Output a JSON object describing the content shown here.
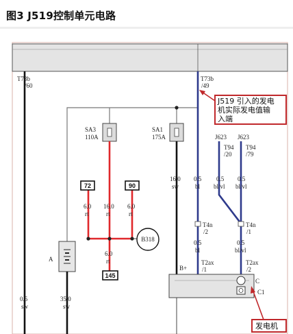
{
  "title": "图3 J519控制单元电路",
  "labels": {
    "t73b_60": [
      "T73b",
      "/60"
    ],
    "t73b_49": [
      "T73b",
      "/49"
    ],
    "sa3": [
      "SA3",
      "110A"
    ],
    "sa1": [
      "SA1",
      "175A"
    ],
    "wire_sa1": [
      "16.0",
      "sw"
    ],
    "wire_bl1": [
      "0.5",
      "bl"
    ],
    "j623_left": "J623",
    "j623_right": "J623",
    "t94_20": [
      "T94",
      "/20"
    ],
    "t94_79": [
      "T94",
      "/79"
    ],
    "wire_blvl_l": [
      "0.5",
      "bl/vl"
    ],
    "wire_blvl_r": [
      "0.5",
      "bl/vl"
    ],
    "box_72": "72",
    "box_90": "90",
    "box_145": "145",
    "wire_72": [
      "6.0",
      "rt"
    ],
    "wire_mid": [
      "16.0",
      "rt"
    ],
    "wire_90": [
      "6.0",
      "rt"
    ],
    "wire_145": [
      "6.0",
      "rt"
    ],
    "b318": "B318",
    "t4n_2": [
      "T4n",
      "/2"
    ],
    "t4n_1": [
      "T4n",
      "/1"
    ],
    "wire_bl2": [
      "0.5",
      "bl"
    ],
    "wire_blvl3": [
      "0.5",
      "bl/vl"
    ],
    "t2ax_1": [
      "T2ax",
      "/1"
    ],
    "t2ax_2": [
      "T2ax",
      "/2"
    ],
    "bplus": "B+",
    "c": "C",
    "c1": "C1",
    "battery": "A",
    "wire_a_left": [
      "0.5",
      "sw"
    ],
    "wire_a_right": [
      "35.0",
      "sw"
    ]
  },
  "annotations": {
    "j519_note": [
      "J519 引入的发电",
      "机实际发电值输",
      "入端"
    ],
    "generator": "发电机"
  },
  "colors": {
    "blue_wire": "#2e3a8c",
    "red_wire": "#e0282b",
    "black_wire": "#111111",
    "gray_wire": "#777777",
    "highlight_box": "#c0282b",
    "connector_bar": "#e4e4e4"
  }
}
